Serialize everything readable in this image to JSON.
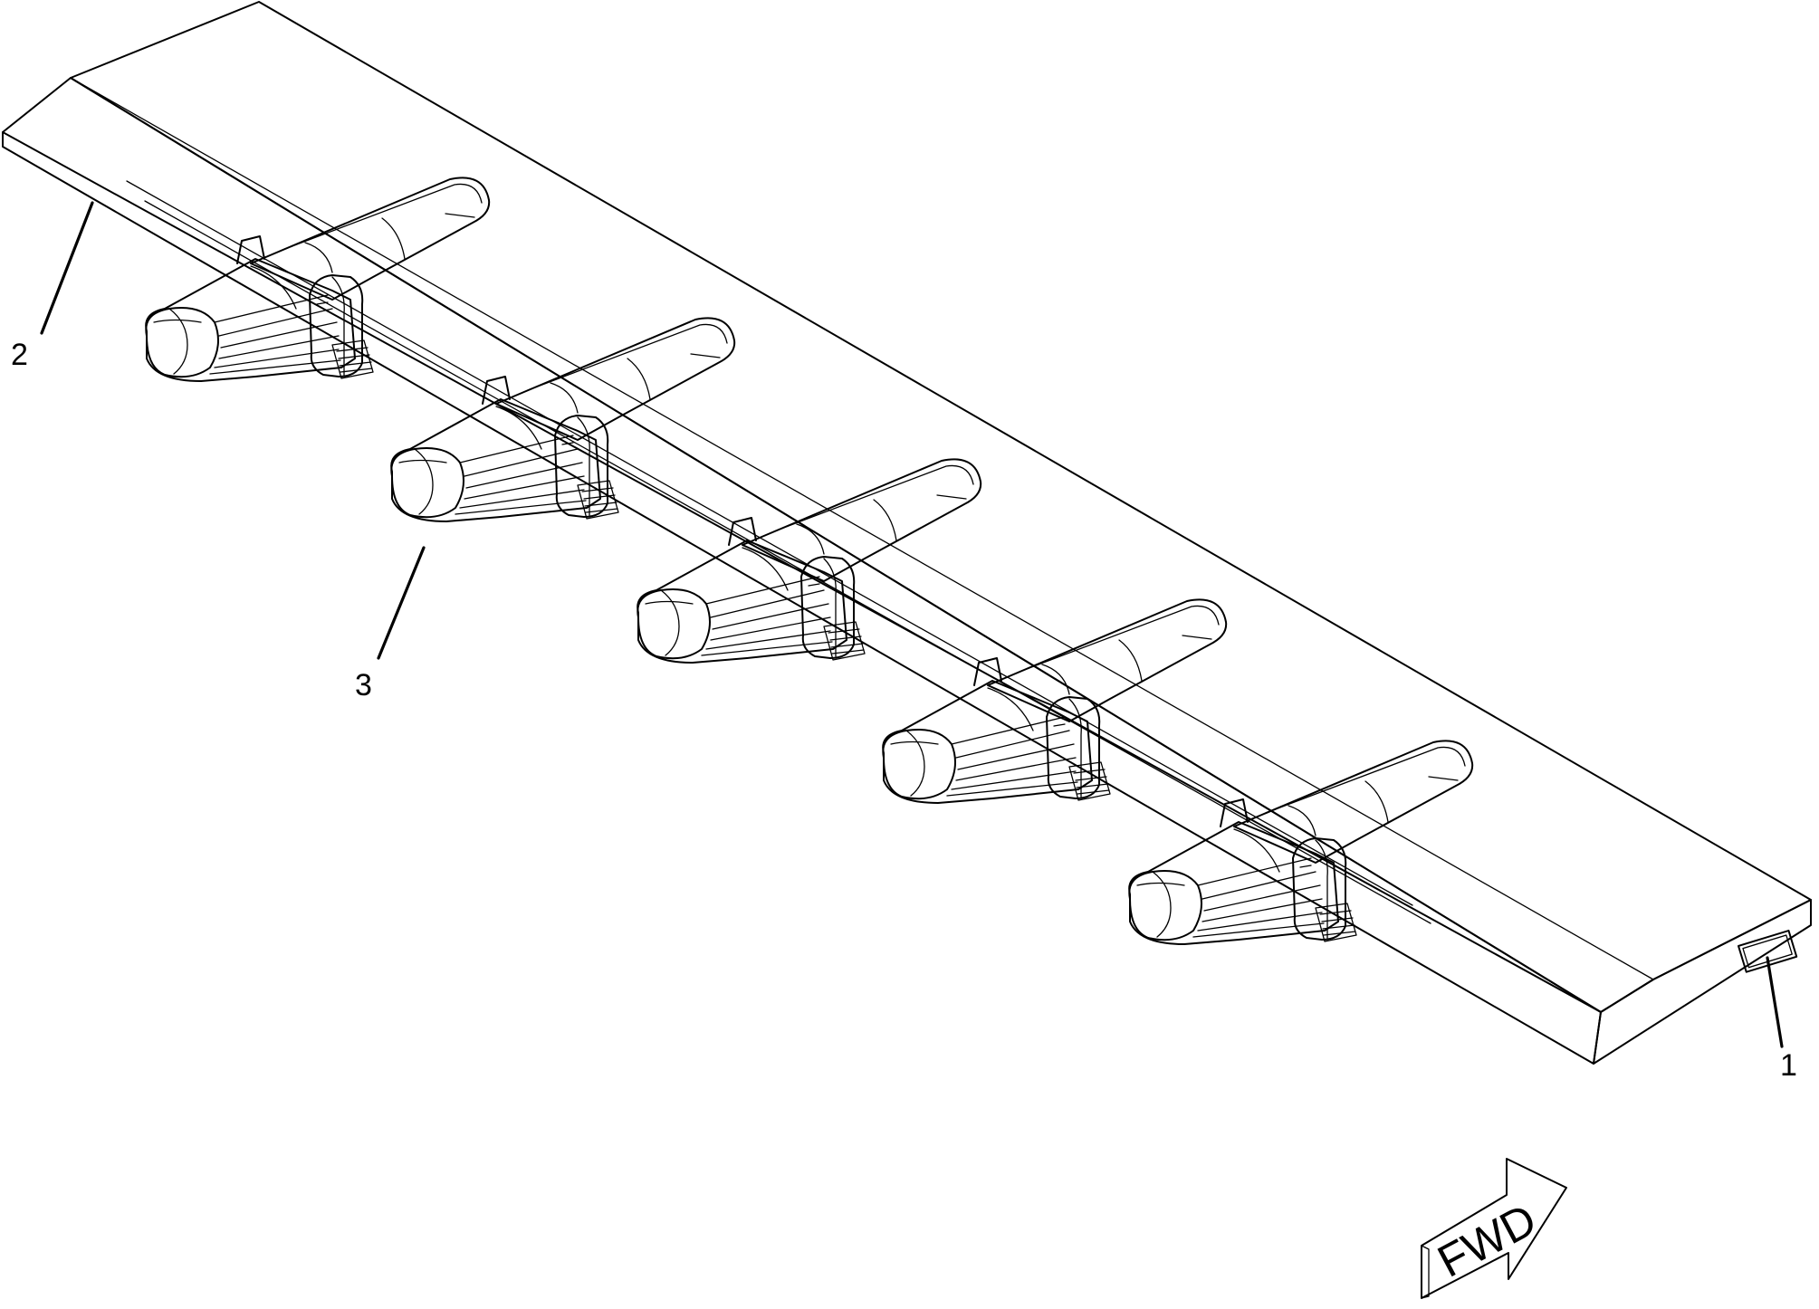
{
  "diagram": {
    "callouts": [
      {
        "id": "callout-1",
        "label": "1"
      },
      {
        "id": "callout-2",
        "label": "2"
      },
      {
        "id": "callout-3",
        "label": "3"
      }
    ],
    "direction_arrow": {
      "label": "FWD"
    },
    "tooth_count": 5
  }
}
